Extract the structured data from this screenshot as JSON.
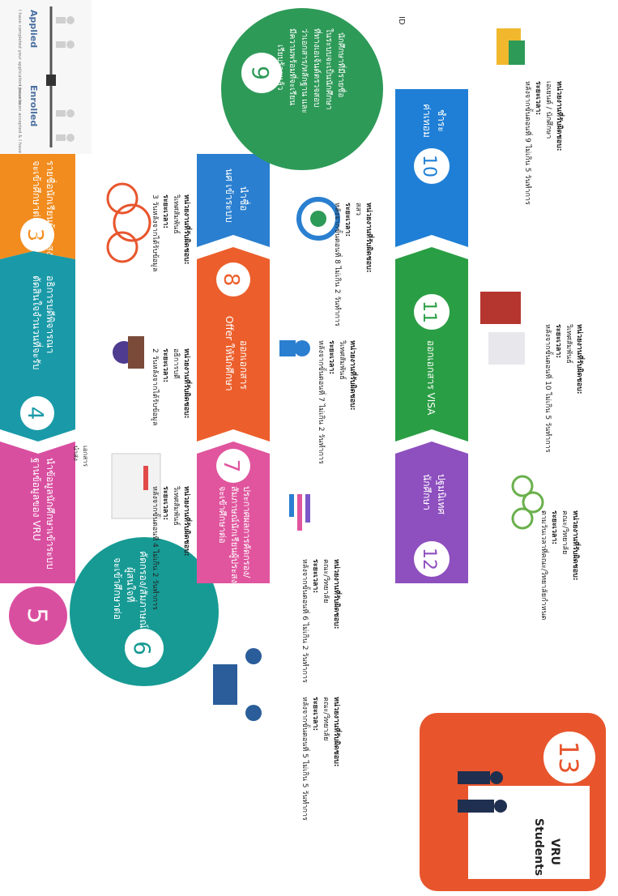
{
  "progress_legend": {
    "applied_title": "Applied",
    "applied_desc": "I have completed your application process",
    "enrolled_title": "Enrolled",
    "enrolled_desc": "I have been accepted & I have arrived on campus"
  },
  "page_number": "ID",
  "steps": [
    {
      "num": "3",
      "line1": "รายชื่อนักเรียนผู้ประสงค์",
      "line2": "จะเข้าศึกษาต่อวิเศษ",
      "color": "#f28c1e",
      "resp_label": "หน่วยงานที่รับผิดชอบ:",
      "resp": "วิเทศสัมพันธ์",
      "time_label": "ระยะเวลา:",
      "time": "3 วันหลังจากได้รับข้อมูล"
    },
    {
      "num": "4",
      "line1": "อธิการบดีพิจารณา",
      "line2": "ตัดสินใจจำนวนที่จะรับ",
      "color": "#1a9aa8",
      "resp_label": "หน่วยงานที่รับผิดชอบ:",
      "resp": "อธิการบดี",
      "time_label": "ระยะเวลา:",
      "time": "2 วันหลังจากได้รับข้อมูล"
    },
    {
      "num": "5",
      "line1": "นำข้อมูลนักศึกษาเข้าระบบ",
      "line2": "ฐานข้อมูลของ VRU",
      "color": "#d94fa0",
      "resp_label": "หน่วยงานที่รับผิดชอบ:",
      "resp": "วิเทศสัมพันธ์",
      "time_label": "ระยะเวลา:",
      "time": "หลังจากขั้นตอนที่ 4 ไม่เกิน 2 วันทำการ"
    },
    {
      "num": "6",
      "line1": "คัดกรอง/สัมภาษณ์",
      "line2": "ผู้สนใจที่",
      "line3": "จะเข้าศึกษาต่อ",
      "color": "#179a94",
      "resp_label": "หน่วยงานที่รับผิดชอบ:",
      "resp": "คณะ/วิทยาลัย",
      "time_label": "ระยะเวลา:",
      "time": "หลังจากขั้นตอนที่ 5 ไม่เกิน 5 วันทำการ"
    },
    {
      "num": "7",
      "line1": "ประกาศผลการคัดกรอง/",
      "line2": "สัมภาษณ์นักเรียนผู้ประสงค์",
      "line3": "จะเข้าศึกษาต่อ",
      "color": "#e0559e",
      "resp_label": "หน่วยงานที่รับผิดชอบ:",
      "resp": "คณะ/วิทยาลัย",
      "time_label": "ระยะเวลา:",
      "time": "หลังจากขั้นตอนที่ 6 ไม่เกิน 2 วันทำการ"
    },
    {
      "num": "8",
      "line1": "ออกเอกสาร",
      "line2": "Offer ให้นักศึกษา",
      "color": "#ec5f2c",
      "resp_label": "หน่วยงานที่รับผิดชอบ:",
      "resp": "วิเทศสัมพันธ์",
      "time_label": "ระยะเวลา:",
      "time": "หลังจากขั้นตอนที่ 7 ไม่เกิน 2 วันทำการ"
    },
    {
      "num": "9",
      "line1": "นำชื่อ",
      "line2": "นศ เข้าระบบ",
      "color": "#2a7fd0",
      "resp_label": "หน่วยงานที่รับผิดชอบ:",
      "resp": "สสว",
      "time_label": "ระยะเวลา:",
      "time": "หลังจากขั้นตอนที่ 8 ไม่เกิน 2 วันทำการ"
    },
    {
      "num": "10",
      "line1": "ชำระ",
      "line2": "ค่าเทอม",
      "color": "#1f7fd6",
      "resp_label": "หน่วยงานที่รับผิดชอบ:",
      "resp": "เอเยนต์ / นักศึกษา",
      "time_label": "ระยะเวลา:",
      "time": "หลังจากขั้นตอนที่ 9 ไม่เกิน 5 วันทำการ"
    },
    {
      "num": "11",
      "line1": "ออกเอกสาร VISA",
      "color": "#2a9e44",
      "resp_label": "หน่วยงานที่รับผิดชอบ:",
      "resp": "วิเทศสัมพันธ์",
      "time_label": "ระยะเวลา:",
      "time": "หลังจากขั้นตอนที่ 10  ไม่เกิน 5 วันทำการ"
    },
    {
      "num": "12",
      "line1": "ปฐมนิเทศ",
      "line2": "นักศึกษา",
      "color": "#8e4fbf",
      "resp_label": "หน่วยงานที่รับผิดชอบ:",
      "resp": "คณะ/วิทยาลัย",
      "time_label": "ระยะเวลา:",
      "time": "ตามวันเวลาที่คณะ/วิทยาลัยกำหนด"
    }
  ],
  "step9_circle_text": [
    "นักศึกษาที่มีรายชื่อ",
    "ในระบบจะเป็นนักศึกษา",
    "ที่ทางเอเจ้นต์ตรวจสอบ",
    "ว่าเอกสาร/หลักฐาน และ",
    "มีความพร้อมที่จะเรียน",
    "เรียบร้อยแล้ว"
  ],
  "connector_label_top": "เอกสาร",
  "connector_label_bottom": "นำส่ง",
  "final": {
    "num": "13",
    "line1": "VRU",
    "line2": "Students",
    "color": "#e8552d"
  }
}
